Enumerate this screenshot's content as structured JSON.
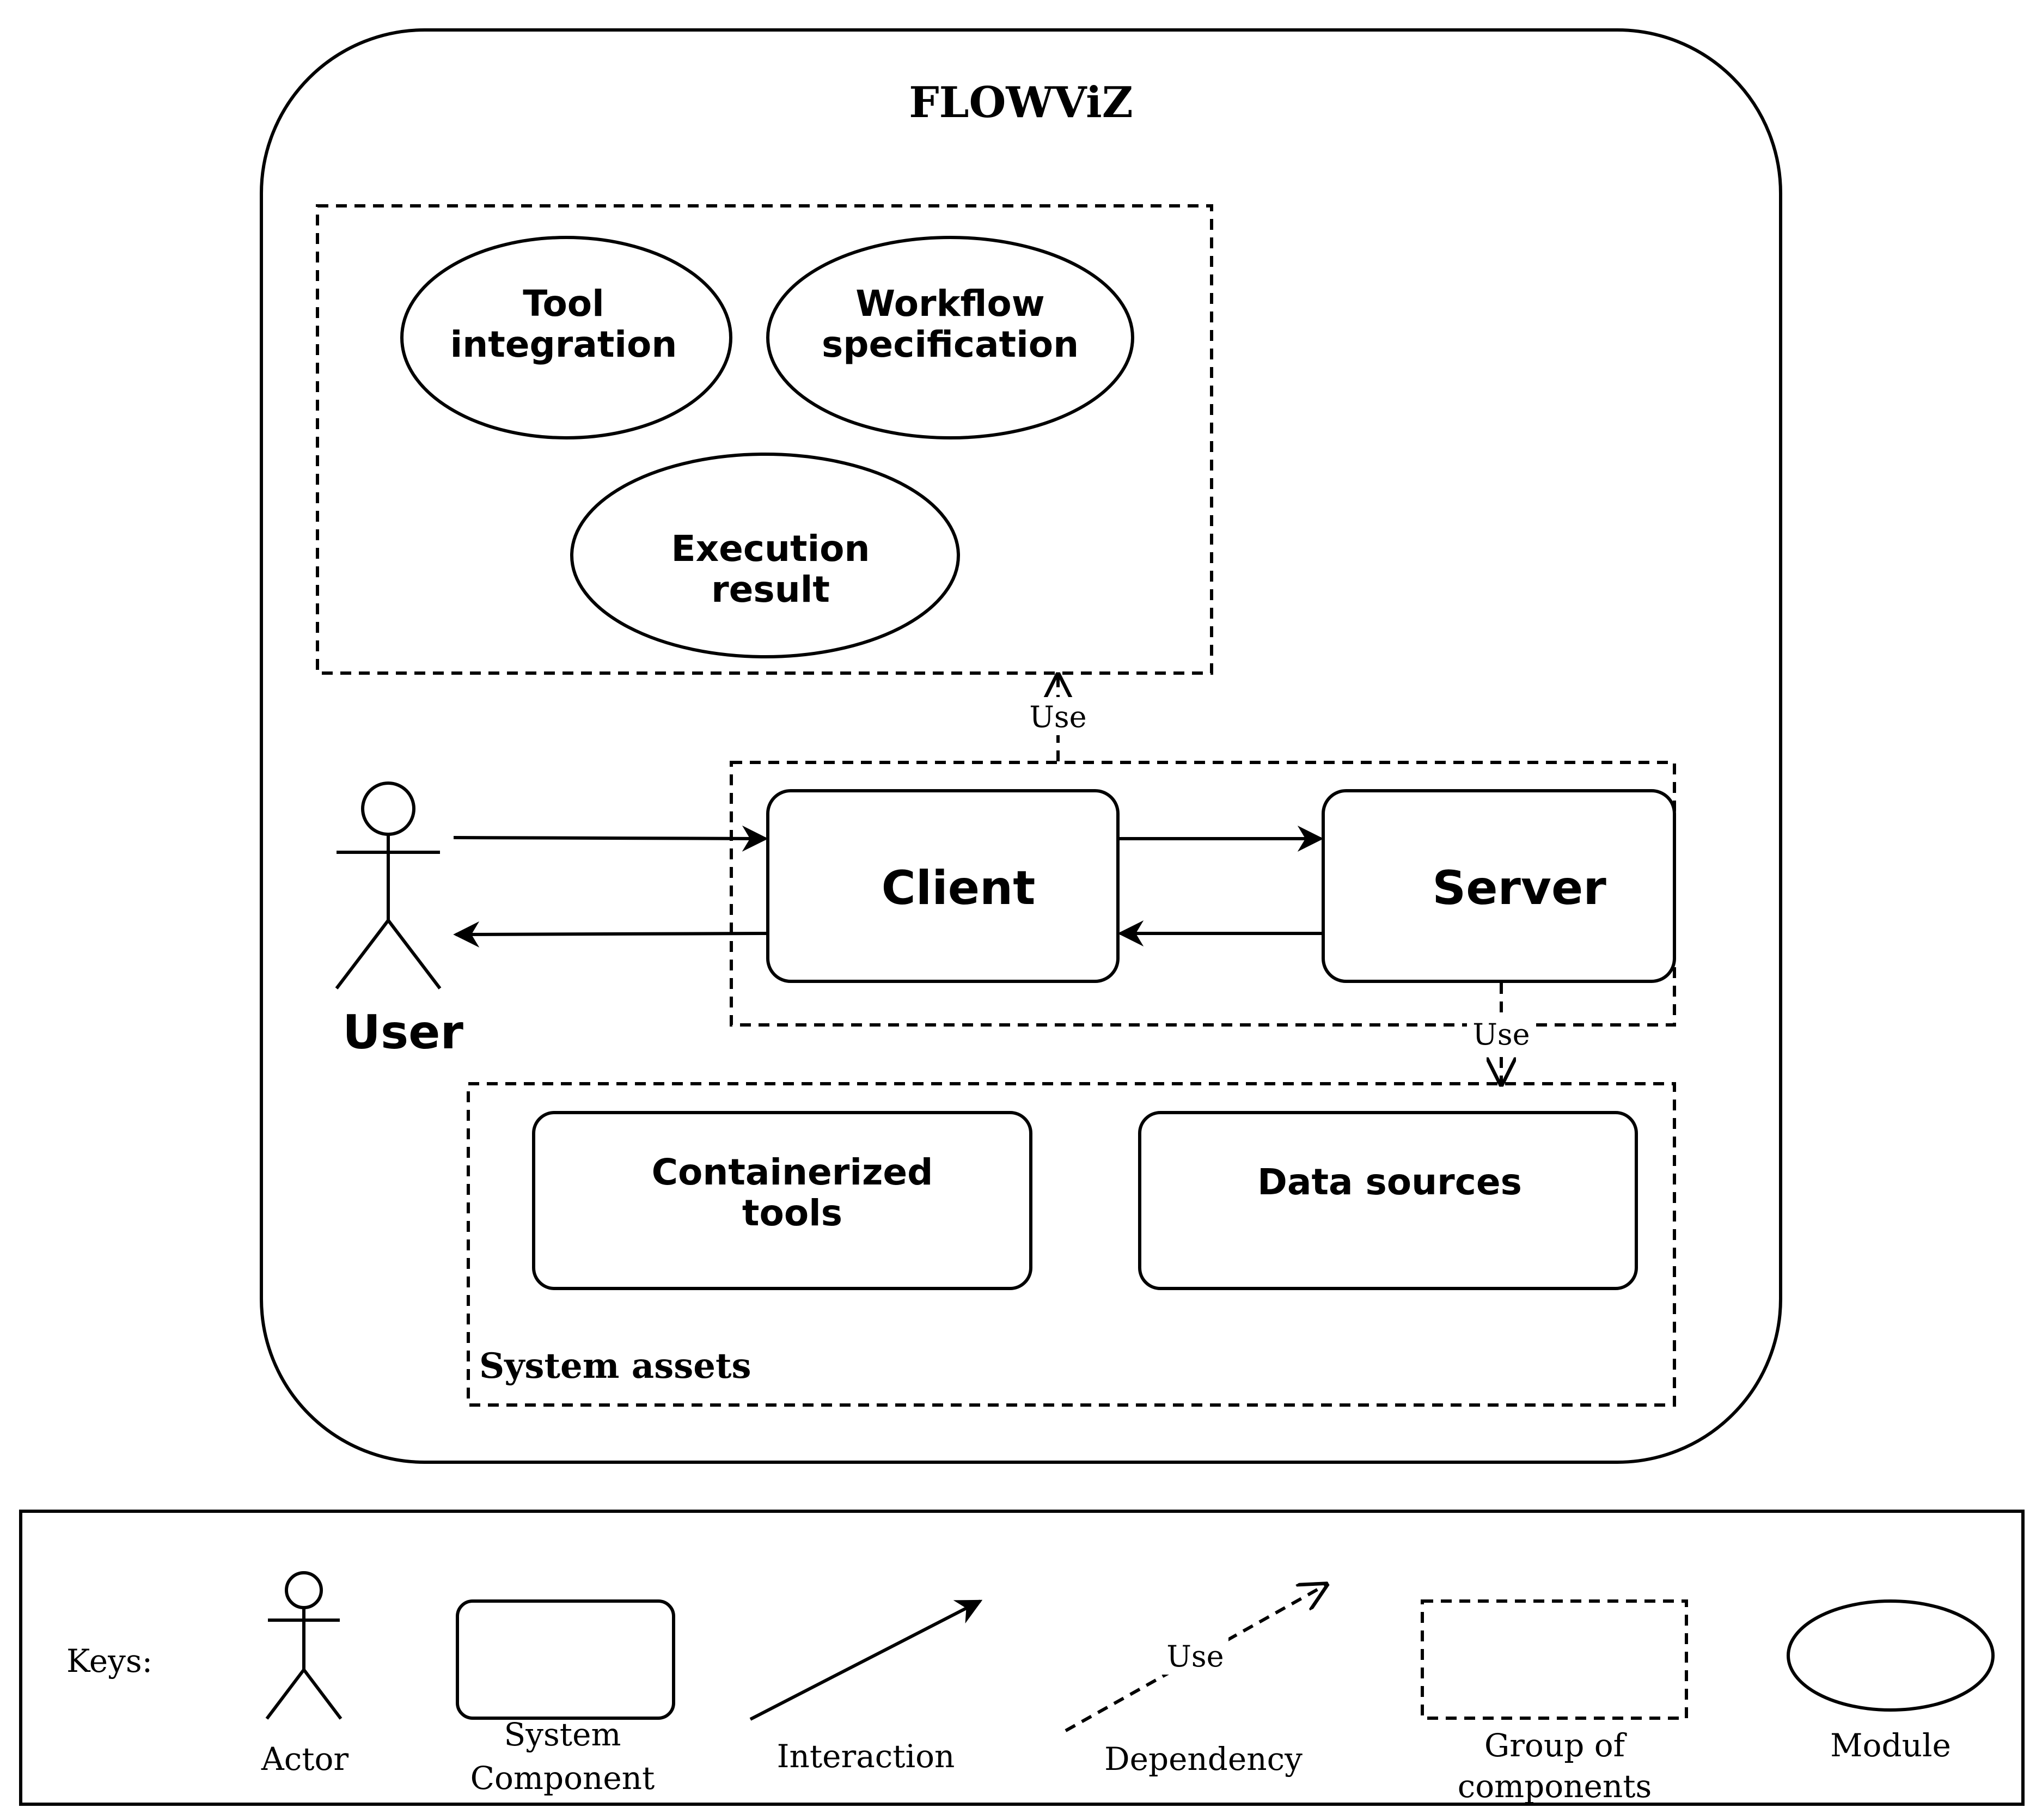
{
  "title": "FLOWViZ",
  "modules": {
    "tool_integration": [
      "Tool",
      "integration"
    ],
    "workflow_specification": [
      "Workflow",
      "specification"
    ],
    "execution_result": [
      "Execution",
      "result"
    ]
  },
  "components": {
    "client": "Client",
    "server": "Server",
    "containerized_tools": [
      "Containerized",
      "tools"
    ],
    "data_sources": "Data sources"
  },
  "actor": {
    "label": "User"
  },
  "groups": {
    "system_assets": "System assets"
  },
  "dependencies": {
    "use_top": "Use",
    "use_bottom": "Use"
  },
  "keys": {
    "heading": "Keys:",
    "actor": "Actor",
    "system_component": [
      "System",
      "Component"
    ],
    "interaction": "Interaction",
    "dependency_use": "Use",
    "dependency": "Dependency",
    "group": [
      "Group of",
      "components"
    ],
    "module": "Module"
  }
}
